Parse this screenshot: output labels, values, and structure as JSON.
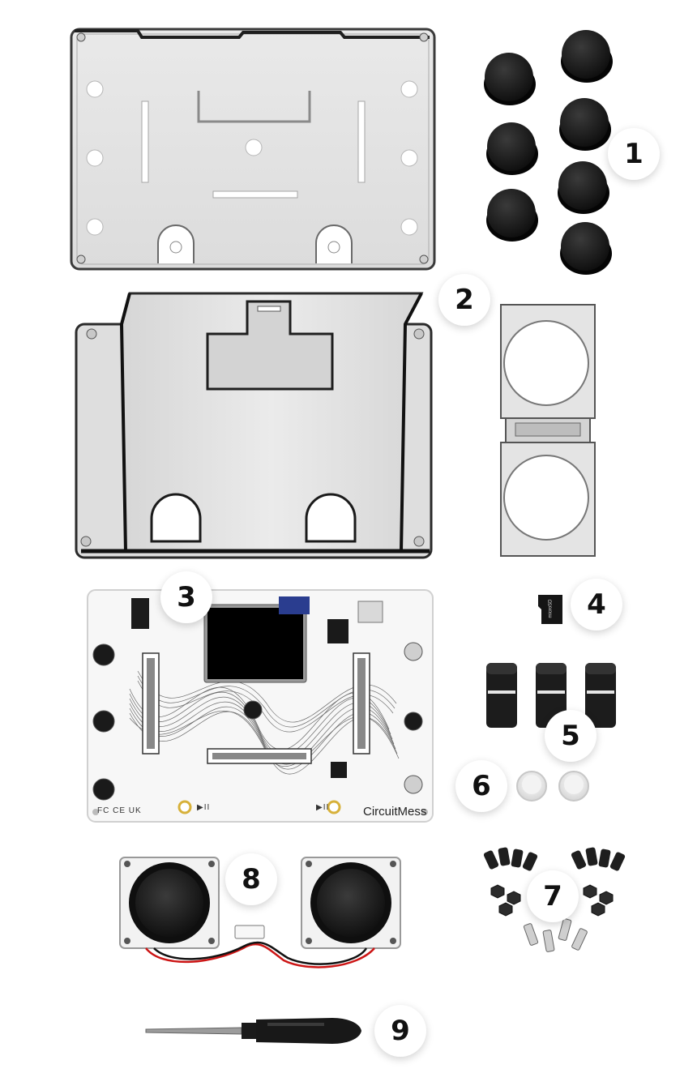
{
  "parts": [
    {
      "number": "1"
    },
    {
      "number": "2"
    },
    {
      "number": "3"
    },
    {
      "number": "4"
    },
    {
      "number": "5"
    },
    {
      "number": "6"
    },
    {
      "number": "7"
    },
    {
      "number": "8"
    },
    {
      "number": "9"
    }
  ],
  "board": {
    "brand": "CircuitMess",
    "cert_marks": "FC CE UK",
    "play_pause_symbol": "▶II"
  },
  "sd_card": {
    "label": "microSD"
  }
}
